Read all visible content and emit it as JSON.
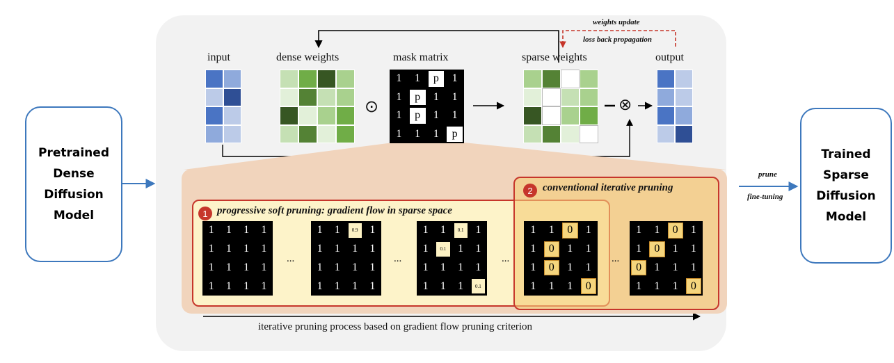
{
  "left_box": {
    "text": "Pretrained\nDense\nDiffusion\nModel"
  },
  "right_box": {
    "text": "Trained\nSparse\nDiffusion\nModel"
  },
  "labels": {
    "input": "input",
    "dense_weights": "dense weights",
    "mask_matrix": "mask matrix",
    "sparse_weights": "sparse weights",
    "output": "output",
    "weights_update": "weights update",
    "loss_back": "loss back propagation",
    "prune": "prune",
    "fine_tuning": "fine-tuning",
    "bottom_caption": "iterative pruning process based on gradient flow pruning criterion"
  },
  "operators": {
    "hadamard": "⊙",
    "multiply": "⊗"
  },
  "stage1": {
    "number": "1",
    "title": "progressive soft pruning: gradient flow in sparse space"
  },
  "stage2": {
    "number": "2",
    "title": "conventional iterative pruning"
  },
  "ellipsis": "...",
  "colors": {
    "accent_blue": "#3d78bd",
    "badge_red": "#c6362b",
    "dashed_red": "#c6362b",
    "stage_bg": "#f1d4bc",
    "stage1_bg": "#fdf3c9",
    "stage2_bg": "#f6d58e"
  },
  "top_mask": [
    [
      "1",
      "1",
      "p",
      "1"
    ],
    [
      "1",
      "p",
      "1",
      "1"
    ],
    [
      "1",
      "p",
      "1",
      "1"
    ],
    [
      "1",
      "1",
      "1",
      "p"
    ]
  ],
  "mini_masks": [
    [
      [
        "1",
        "1",
        "1",
        "1"
      ],
      [
        "1",
        "1",
        "1",
        "1"
      ],
      [
        "1",
        "1",
        "1",
        "1"
      ],
      [
        "1",
        "1",
        "1",
        "1"
      ]
    ],
    [
      [
        "1",
        "1",
        "0.9",
        "1"
      ],
      [
        "1",
        "1",
        "1",
        "1"
      ],
      [
        "1",
        "1",
        "1",
        "1"
      ],
      [
        "1",
        "1",
        "1",
        "1"
      ]
    ],
    [
      [
        "1",
        "1",
        "0.1",
        "1"
      ],
      [
        "1",
        "0.1",
        "1",
        "1"
      ],
      [
        "1",
        "1",
        "1",
        "1"
      ],
      [
        "1",
        "1",
        "1",
        "0.1"
      ]
    ],
    [
      [
        "1",
        "1",
        "0",
        "1"
      ],
      [
        "1",
        "0",
        "1",
        "1"
      ],
      [
        "1",
        "0",
        "1",
        "1"
      ],
      [
        "1",
        "1",
        "1",
        "0"
      ]
    ],
    [
      [
        "1",
        "1",
        "0",
        "1"
      ],
      [
        "1",
        "0",
        "1",
        "1"
      ],
      [
        "0",
        "1",
        "1",
        "1"
      ],
      [
        "1",
        "1",
        "1",
        "0"
      ]
    ]
  ],
  "matrices": {
    "input": [
      "#4a74c4",
      "#8faadc",
      "#bccbe8",
      "#2f4f95",
      "#4a74c4",
      "#bccbe8",
      "#8faadc",
      "#bccbe8"
    ],
    "dense": [
      "#c5e0b4",
      "#70ad47",
      "#375623",
      "#a9d18e",
      "#e2f0d9",
      "#548235",
      "#c5e0b4",
      "#a9d18e",
      "#375623",
      "#e2f0d9",
      "#a9d18e",
      "#70ad47",
      "#c5e0b4",
      "#548235",
      "#e2f0d9",
      "#70ad47"
    ],
    "sparse": [
      "#a9d18e",
      "#548235",
      "#ffffff",
      "#a9d18e",
      "#e2f0d9",
      "#ffffff",
      "#c5e0b4",
      "#a9d18e",
      "#375623",
      "#ffffff",
      "#a9d18e",
      "#70ad47",
      "#c5e0b4",
      "#548235",
      "#e2f0d9",
      "#ffffff"
    ],
    "output": [
      "#4a74c4",
      "#bccbe8",
      "#8faadc",
      "#bccbe8",
      "#4a74c4",
      "#8faadc",
      "#bccbe8",
      "#2f4f95"
    ]
  }
}
